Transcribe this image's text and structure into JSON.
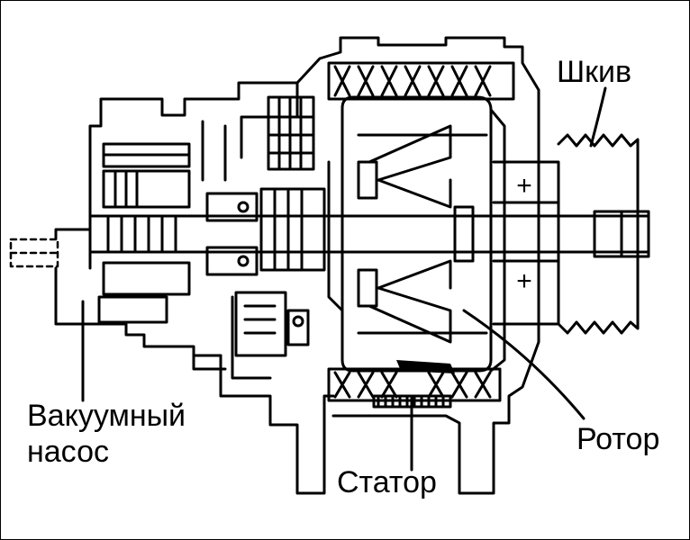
{
  "labels": {
    "pulley": "Шкив",
    "vacuum_pump_line1": "Вакуумный",
    "vacuum_pump_line2": "насос",
    "rotor": "Ротор",
    "stator": "Статор"
  },
  "colors": {
    "ink": "#000000",
    "paper": "#ffffff"
  }
}
